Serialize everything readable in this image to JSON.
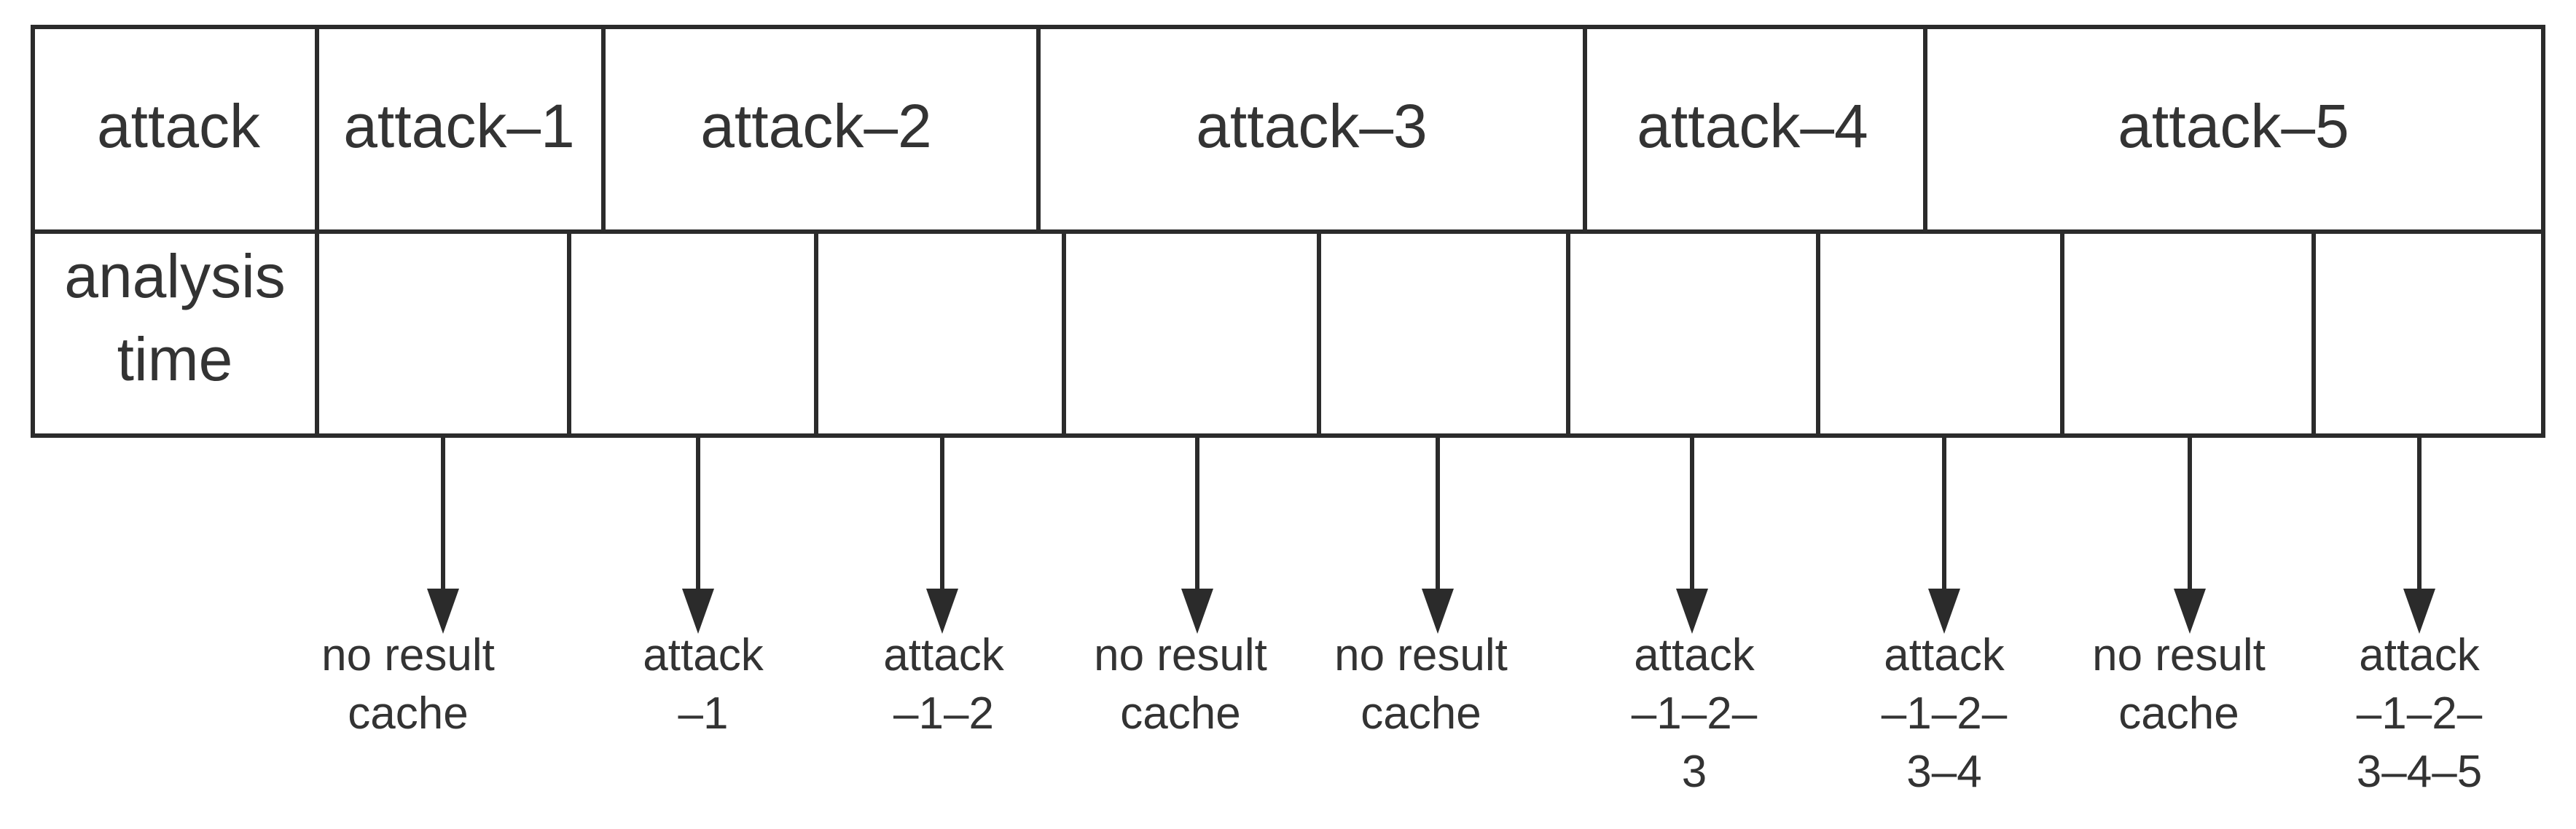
{
  "header": {
    "row1_label": "attack",
    "row2_label_lines": [
      "analysis",
      "time"
    ]
  },
  "attacks": [
    "attack–1",
    "attack–2",
    "attack–3",
    "attack–4",
    "attack–5"
  ],
  "results": [
    [
      "no result",
      "cache"
    ],
    [
      "attack",
      "–1"
    ],
    [
      "attack",
      "–1–2"
    ],
    [
      "no result",
      "cache"
    ],
    [
      "no result",
      "cache"
    ],
    [
      "attack",
      "–1–2–",
      "3"
    ],
    [
      "attack",
      "–1–2–",
      "3–4"
    ],
    [
      "no result",
      "cache"
    ],
    [
      "attack",
      "–1–2–",
      "3–4–5"
    ]
  ]
}
